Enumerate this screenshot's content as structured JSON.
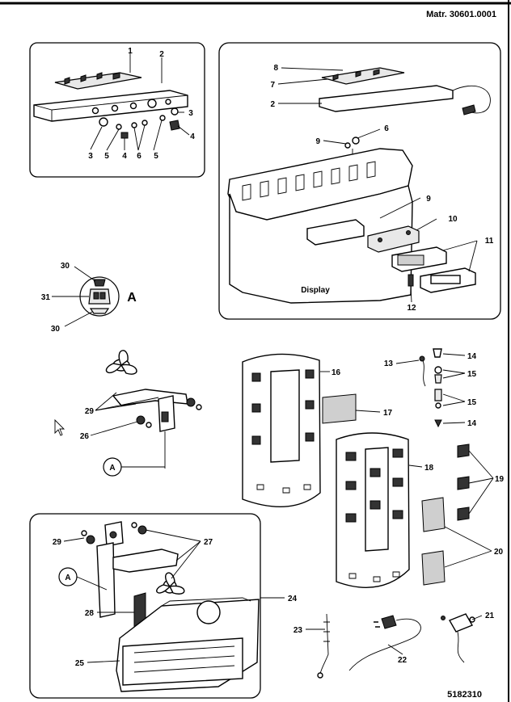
{
  "header": {
    "matr": "Matr. 30601.0001",
    "drawing_number": "5182310"
  },
  "labels": {
    "display": "Display",
    "detail_a": "A",
    "callout_a": "A",
    "callout_a2": "A"
  },
  "callouts": {
    "n1": "1",
    "n2": "2",
    "n3a": "3",
    "n3b": "3",
    "n4a": "4",
    "n4b": "4",
    "n5a": "5",
    "n5b": "5",
    "n6a": "6",
    "n8": "8",
    "n7": "7",
    "n2b": "2",
    "n9a": "9",
    "n6b": "6",
    "n9b": "9",
    "n10": "10",
    "n11": "11",
    "n12": "12",
    "n30a": "30",
    "n31": "31",
    "n30b": "30",
    "n29a": "29",
    "n26a": "26",
    "n16": "16",
    "n17": "17",
    "n13": "13",
    "n14a": "14",
    "n15a": "15",
    "n15b": "15",
    "n14b": "14",
    "n18": "18",
    "n19": "19",
    "n20": "20",
    "n29b": "29",
    "n27": "27",
    "n28": "28",
    "n24": "24",
    "n25": "25",
    "n23": "23",
    "n22": "22",
    "n21": "21"
  }
}
